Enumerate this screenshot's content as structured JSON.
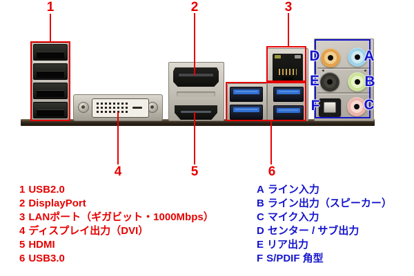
{
  "colors": {
    "accent_red": "#e60000",
    "accent_blue": "#1414cc",
    "usb3_connector_blue": "#2f6fd2",
    "jack_center_sub": "#e2a14b",
    "jack_line_in": "#9fd2e6",
    "jack_rear": "#34322e",
    "jack_line_out": "#cbe298",
    "jack_mic": "#eab4aa"
  },
  "callouts": {
    "top": [
      {
        "num": "1"
      },
      {
        "num": "2"
      },
      {
        "num": "3"
      }
    ],
    "bottom": [
      {
        "num": "4"
      },
      {
        "num": "5"
      },
      {
        "num": "6"
      }
    ]
  },
  "audio_ports": {
    "left": [
      "D",
      "E",
      "F"
    ],
    "right": [
      "A",
      "B",
      "C"
    ]
  },
  "legend": {
    "io_items": [
      {
        "num": "1",
        "label": "USB2.0"
      },
      {
        "num": "2",
        "label": "DisplayPort"
      },
      {
        "num": "3",
        "label": "LANポート（ギガビット・1000Mbps）"
      },
      {
        "num": "4",
        "label": "ディスプレイ出力（DVI）"
      },
      {
        "num": "5",
        "label": "HDMI"
      },
      {
        "num": "6",
        "label": "USB3.0"
      }
    ],
    "audio_items": [
      {
        "letter": "A",
        "label": "ライン入力"
      },
      {
        "letter": "B",
        "label": "ライン出力（スピーカー）"
      },
      {
        "letter": "C",
        "label": "マイク入力"
      },
      {
        "letter": "D",
        "label": "センター / サブ出力"
      },
      {
        "letter": "E",
        "label": "リア出力"
      },
      {
        "letter": "F",
        "label": "S/PDIF 角型"
      }
    ]
  }
}
